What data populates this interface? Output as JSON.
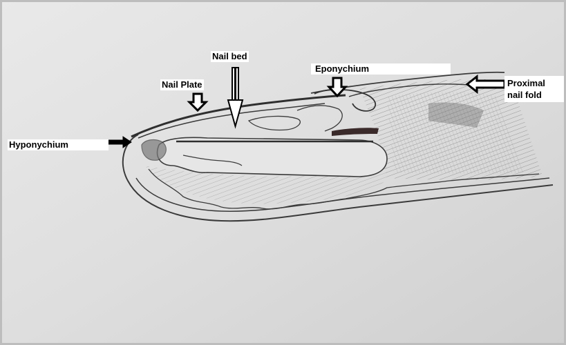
{
  "labels": {
    "nail_bed": "Nail bed",
    "nail_plate": "Nail Plate",
    "eponychium": "Eponychium",
    "proximal_nail_fold": "Proximal\nnail fold",
    "hyponychium": "Hyponychium"
  },
  "colors": {
    "paper": "#d9d9d9",
    "pencil": "#3a3a3a",
    "shading": "#6e6e6e",
    "label_bg": "#ffffff",
    "arrow": "#000000"
  },
  "icons": {
    "arrow_down_outline": "hollow-down-arrow",
    "arrow_left_outline": "hollow-left-arrow",
    "arrow_right_solid": "solid-right-arrow",
    "arrow_down_long": "long-down-arrow"
  }
}
